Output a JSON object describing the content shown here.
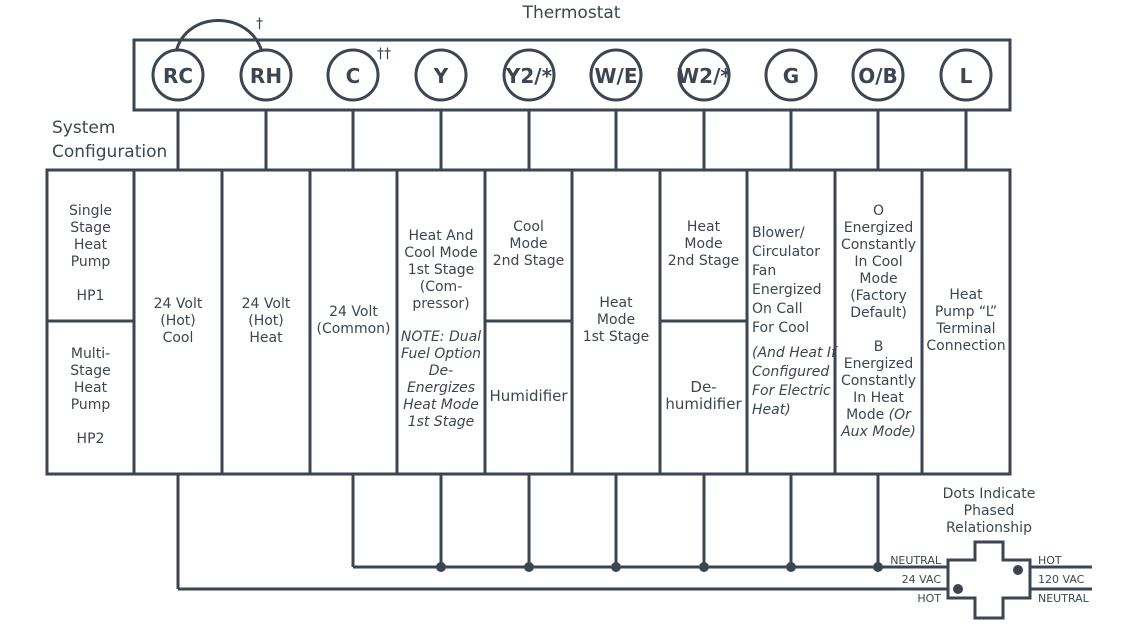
{
  "title": "Thermostat",
  "system_configuration": [
    "System",
    "Configuration"
  ],
  "terminals": [
    "RC",
    "RH",
    "C",
    "Y",
    "Y2/*",
    "W/E",
    "W2/*",
    "G",
    "O/B",
    "L"
  ],
  "marks": {
    "dagger": "†",
    "double_dagger": "††"
  },
  "columns": {
    "heat_pump_top": [
      "Single",
      "Stage",
      "Heat",
      "Pump",
      "",
      "HP1"
    ],
    "heat_pump_bottom": [
      "Multi-",
      "Stage",
      "Heat",
      "Pump",
      "",
      "HP2"
    ],
    "rc": [
      "24 Volt",
      "(Hot)",
      "Cool"
    ],
    "rh": [
      "24 Volt",
      "(Hot)",
      "Heat"
    ],
    "c": [
      "24 Volt",
      "(Common)"
    ],
    "y_main": [
      "Heat And",
      "Cool Mode",
      "1st Stage",
      "(Com-",
      "pressor)"
    ],
    "y_note": [
      "NOTE: Dual",
      "Fuel Option",
      "De-Energizes",
      "Heat Mode",
      "1st Stage"
    ],
    "y2_top": [
      "Cool",
      "Mode",
      "2nd Stage"
    ],
    "y2_bottom": [
      "Humidifier"
    ],
    "we": [
      "Heat",
      "Mode",
      "1st Stage"
    ],
    "w2_top": [
      "Heat",
      "Mode",
      "2nd Stage"
    ],
    "w2_bottom": [
      "De-",
      "humidifier"
    ],
    "g_main": [
      "Blower/",
      "Circulator",
      "Fan",
      "Energized",
      "On Call",
      "For Cool"
    ],
    "g_note": [
      "(And Heat If",
      "Configured",
      "For Electric",
      "Heat)"
    ],
    "ob_main": [
      "O",
      "Energized",
      "Constantly",
      "In Cool",
      "Mode",
      "(Factory",
      "Default)",
      "",
      "B",
      "Energized",
      "Constantly",
      "In Heat"
    ],
    "ob_mode": "Mode",
    "ob_note": "(Or",
    "ob_note2": "Aux Mode)",
    "l": [
      "Heat",
      "Pump “L”",
      "Terminal",
      "Connection"
    ]
  },
  "transformer": {
    "caption": [
      "Dots Indicate",
      "Phased",
      "Relationship"
    ],
    "left_labels": [
      "NEUTRAL",
      "24 VAC",
      "HOT"
    ],
    "right_labels": [
      "HOT",
      "120 VAC",
      "NEUTRAL"
    ]
  },
  "colors": {
    "line": "#3d4650",
    "background": "#ffffff"
  }
}
